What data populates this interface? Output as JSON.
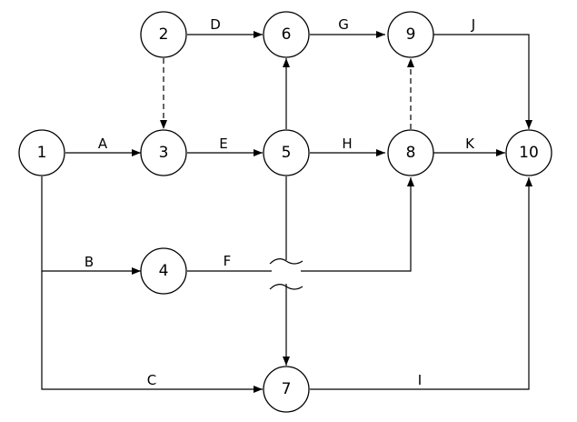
{
  "diagram": {
    "nodes": [
      {
        "id": "1",
        "label": "1"
      },
      {
        "id": "2",
        "label": "2"
      },
      {
        "id": "3",
        "label": "3"
      },
      {
        "id": "4",
        "label": "4"
      },
      {
        "id": "5",
        "label": "5"
      },
      {
        "id": "6",
        "label": "6"
      },
      {
        "id": "7",
        "label": "7"
      },
      {
        "id": "8",
        "label": "8"
      },
      {
        "id": "9",
        "label": "9"
      },
      {
        "id": "10",
        "label": "10"
      }
    ],
    "edges": [
      {
        "from": "1",
        "to": "3",
        "label": "A",
        "dashed": false
      },
      {
        "from": "1",
        "to": "4",
        "label": "B",
        "dashed": false
      },
      {
        "from": "1",
        "to": "7",
        "label": "C",
        "dashed": false
      },
      {
        "from": "2",
        "to": "6",
        "label": "D",
        "dashed": false
      },
      {
        "from": "2",
        "to": "3",
        "label": "",
        "dashed": true
      },
      {
        "from": "3",
        "to": "5",
        "label": "E",
        "dashed": false
      },
      {
        "from": "4",
        "to": "8",
        "label": "F",
        "dashed": false
      },
      {
        "from": "5",
        "to": "6",
        "label": "",
        "dashed": false
      },
      {
        "from": "5",
        "to": "8",
        "label": "H",
        "dashed": false
      },
      {
        "from": "5",
        "to": "7",
        "label": "",
        "dashed": false
      },
      {
        "from": "6",
        "to": "9",
        "label": "G",
        "dashed": false
      },
      {
        "from": "7",
        "to": "10",
        "label": "I",
        "dashed": false
      },
      {
        "from": "8",
        "to": "9",
        "label": "",
        "dashed": true
      },
      {
        "from": "8",
        "to": "10",
        "label": "K",
        "dashed": false
      },
      {
        "from": "9",
        "to": "10",
        "label": "J",
        "dashed": false
      }
    ]
  }
}
